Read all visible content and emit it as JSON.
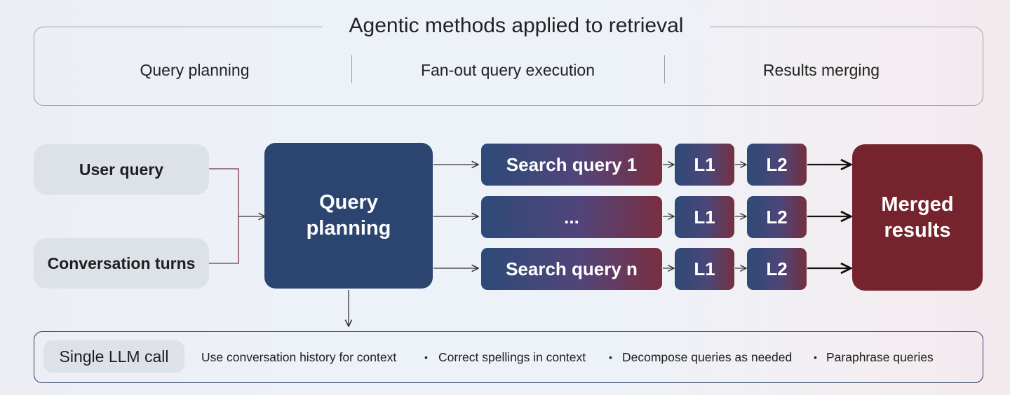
{
  "header": {
    "title": "Agentic methods applied to retrieval",
    "stages": [
      "Query planning",
      "Fan-out query execution",
      "Results merging"
    ]
  },
  "inputs": {
    "user_query": "User query",
    "conversation_turns": "Conversation turns"
  },
  "planning": {
    "line1": "Query",
    "line2": "planning"
  },
  "queries": [
    {
      "label": "Search query 1",
      "l1": "L1",
      "l2": "L2"
    },
    {
      "label": "...",
      "l1": "L1",
      "l2": "L2"
    },
    {
      "label": "Search query n",
      "l1": "L1",
      "l2": "L2"
    }
  ],
  "merged": {
    "line1": "Merged",
    "line2": "results"
  },
  "footer": {
    "llm_label": "Single LLM call",
    "features": [
      "Use conversation history for context",
      "Correct spellings in context",
      "Decompose queries as needed",
      "Paraphrase queries"
    ],
    "separator": "•"
  },
  "colors": {
    "planning_box": "#2b4470",
    "merged_box": "#75242e",
    "input_box": "#dde1e8",
    "query_gradient_start": "#2d4a78",
    "query_gradient_end": "#7a2e40"
  }
}
